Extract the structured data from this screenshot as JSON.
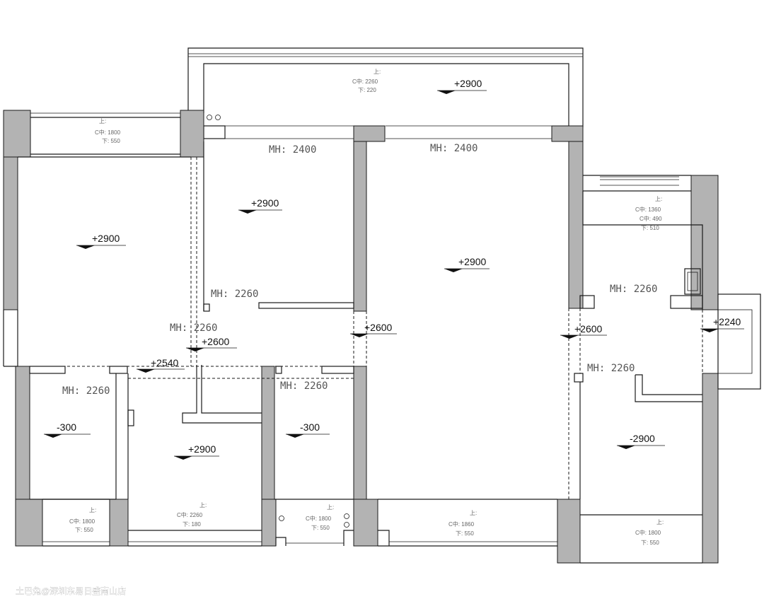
{
  "levels": {
    "balcony_top": "+2900",
    "living": "+2900",
    "bedroom_left": "+2900",
    "study": "+2900",
    "door_study": "+2600",
    "door_living_left": "+2600",
    "door_living_right": "+2600",
    "corridor": "+2540",
    "bath_left": "-300",
    "bedroom_mid": "+2900",
    "bath_mid": "-300",
    "bedroom_right": "-2900",
    "entry": "+2240"
  },
  "door_heights": {
    "balcony_study": "MH: 2400",
    "balcony_living": "MH: 2400",
    "study_door": "MH: 2260",
    "hall_door": "MH: 2260",
    "bath_left_door": "MH: 2260",
    "bath_mid_door": "MH: 2260",
    "kitchen_door": "MH: 2260",
    "bedroom_right_door": "MH: 2260"
  },
  "windows": {
    "balcony": [
      "上:",
      "C中: 2260",
      "下: 220"
    ],
    "bedroom_left": [
      "上:",
      "C中: 1800",
      "下: 550"
    ],
    "kitchen": [
      "上:",
      "C中: 1360",
      "C中: 490",
      "下: 510"
    ],
    "bath_left": [
      "上:",
      "C中: 1800",
      "下: 550"
    ],
    "bedroom_mid": [
      "上:",
      "C中: 2260",
      "下: 180"
    ],
    "bath_mid": [
      "上:",
      "C中: 1800",
      "下: 550"
    ],
    "living_bottom": [
      "上:",
      "C中: 1860",
      "下: 550"
    ],
    "bedroom_right": [
      "上:",
      "C中: 1800",
      "下: 550"
    ]
  },
  "watermark": "土巴兔@深圳东易日盛南山店"
}
